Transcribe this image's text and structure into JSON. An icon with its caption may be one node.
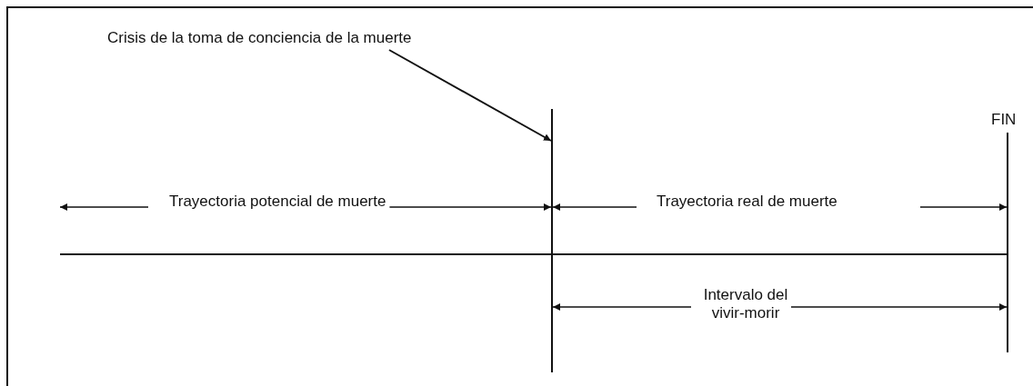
{
  "diagram": {
    "nodes": [
      {
        "text": [
          "Crisis de la toma de conciencia de la muerte"
        ]
      },
      {
        "text": [],
        "shape": "line"
      }
    ],
    "edges": [
      {
        "from": 0,
        "to": 1,
        "arrow": "to"
      }
    ],
    "labels": [
      "FIN",
      "Trayectoria potencial de muerte",
      "Trayectoria real de muerte",
      "Intervalo del vivir-morir"
    ]
  }
}
